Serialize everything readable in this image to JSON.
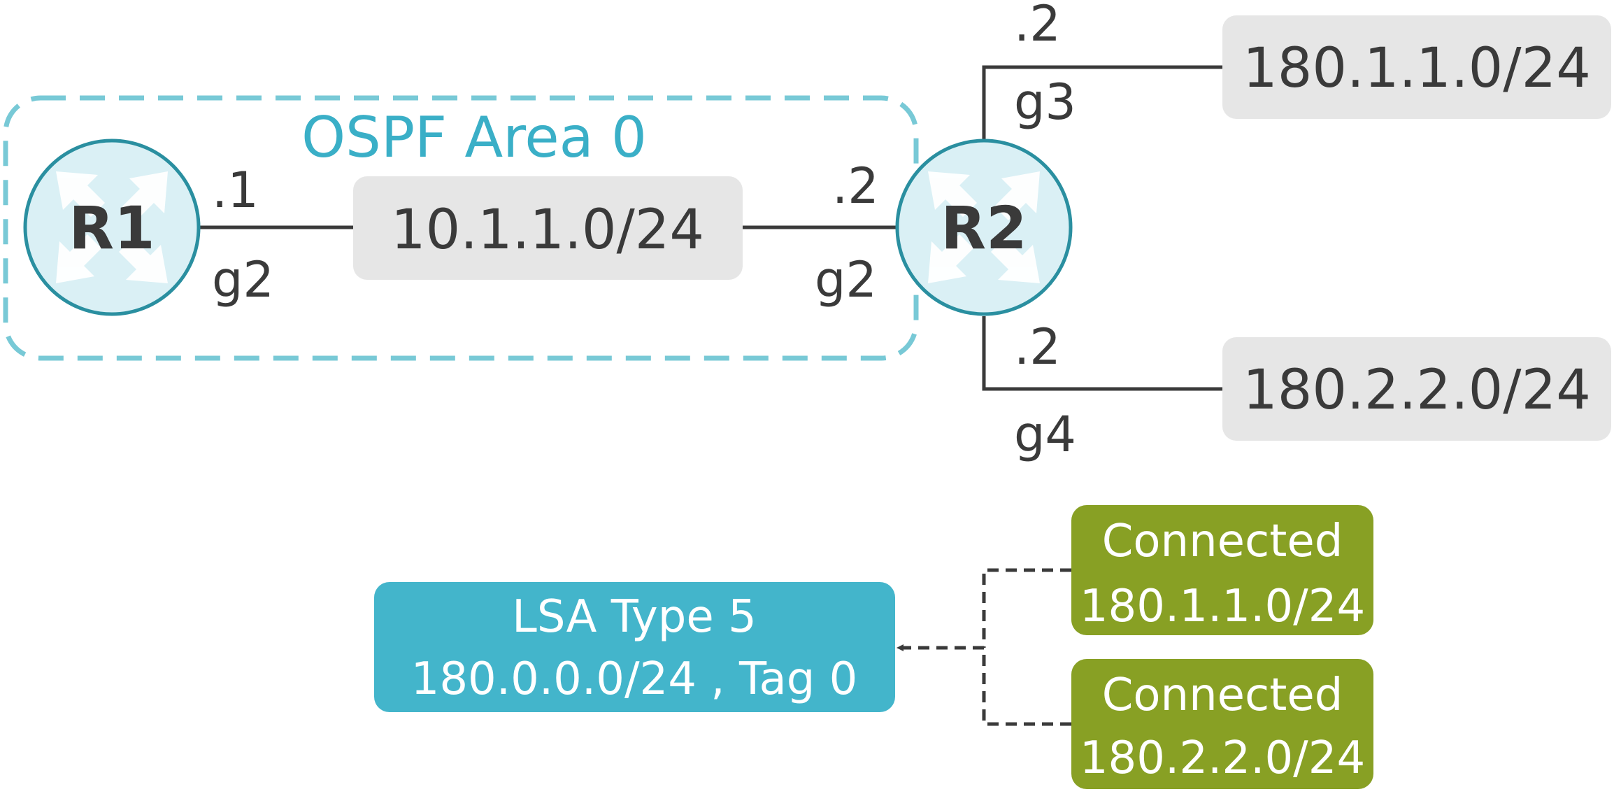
{
  "area": {
    "label": "OSPF Area 0"
  },
  "routers": {
    "r1": {
      "label": "R1"
    },
    "r2": {
      "label": "R2"
    }
  },
  "interfaces": {
    "r1_g2_ip": ".1",
    "r1_g2_name": "g2",
    "r2_g2_ip": ".2",
    "r2_g2_name": "g2",
    "r2_g3_ip": ".2",
    "r2_g3_name": "g3",
    "r2_g4_ip": ".2",
    "r2_g4_name": "g4"
  },
  "networks": {
    "transit": "10.1.1.0/24",
    "net1": "180.1.1.0/24",
    "net2": "180.2.2.0/24"
  },
  "lsa": {
    "line1": "LSA Type 5",
    "line2": "180.0.0.0/24 , Tag 0"
  },
  "connected": [
    {
      "line1": "Connected",
      "line2": "180.1.1.0/24"
    },
    {
      "line1": "Connected",
      "line2": "180.2.2.0/24"
    }
  ],
  "colors": {
    "area_border": "#78c9d6",
    "area_text": "#3aafc7",
    "router_fill": "#daf0f5",
    "router_stroke": "#2a8fa0",
    "network_box": "#e6e6e6",
    "text_dark": "#3a3a3a",
    "lsa_box": "#43b5cb",
    "connected_box": "#88a024"
  }
}
